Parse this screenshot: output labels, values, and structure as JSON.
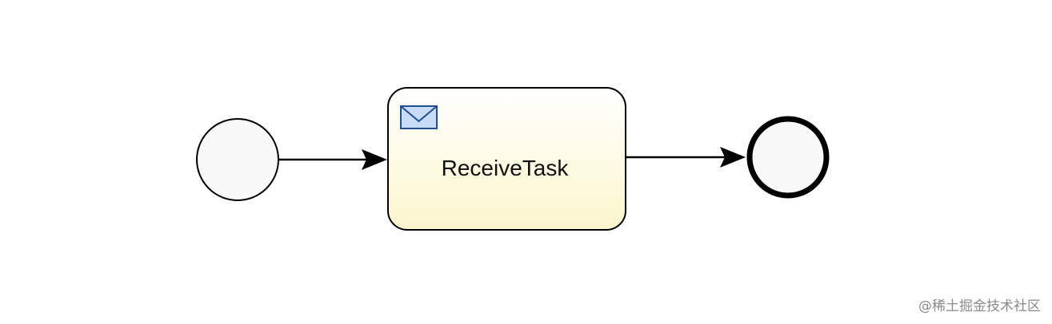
{
  "diagram": {
    "nodes": [
      {
        "id": "start",
        "kind": "start-event"
      },
      {
        "id": "task",
        "kind": "receive-task",
        "label": "ReceiveTask",
        "icon": "envelope-icon"
      },
      {
        "id": "end",
        "kind": "end-event"
      }
    ],
    "flows": [
      {
        "from": "start",
        "to": "task"
      },
      {
        "from": "task",
        "to": "end"
      }
    ]
  },
  "colors": {
    "stroke": "#000000",
    "event_fill": "#f8f8f8",
    "task_fill_top": "#ffffff",
    "task_fill_bottom": "#fbf6cc",
    "envelope_fill": "#c8dcf7",
    "envelope_stroke": "#1f4f8f"
  },
  "watermark": "@稀土掘金技术社区"
}
